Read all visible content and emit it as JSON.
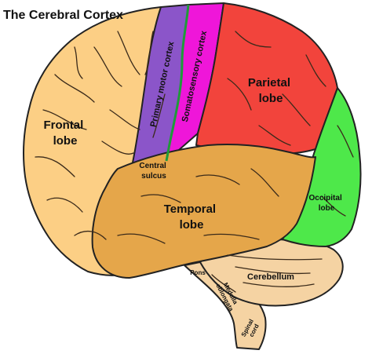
{
  "title": "The Cerebral Cortex",
  "labels": {
    "frontal": [
      "Frontal",
      "lobe"
    ],
    "parietal": [
      "Parietal",
      "lobe"
    ],
    "temporal": [
      "Temporal",
      "lobe"
    ],
    "occipital": [
      "Occipital",
      "lobe"
    ],
    "central_sulcus": [
      "Central",
      "sulcus"
    ],
    "primary_motor": "Primary motor cortex",
    "somatosensory": "Somatosensory cortex",
    "cerebellum": "Cerebellum",
    "pons": "Pons",
    "medulla": [
      "Medulla",
      "oblongata"
    ],
    "spinal": [
      "Spinal",
      "cord"
    ]
  },
  "colors": {
    "frontal": "#fccf85",
    "motor": "#8b55c9",
    "somatosensory": "#ef16d9",
    "parietal": "#f2443c",
    "occipital": "#4ee84a",
    "temporal": "#e5a64a",
    "cerebellum": "#f5d3a3",
    "brainstem": "#f5d3a3",
    "central_sulcus": "#1f9a3a"
  }
}
